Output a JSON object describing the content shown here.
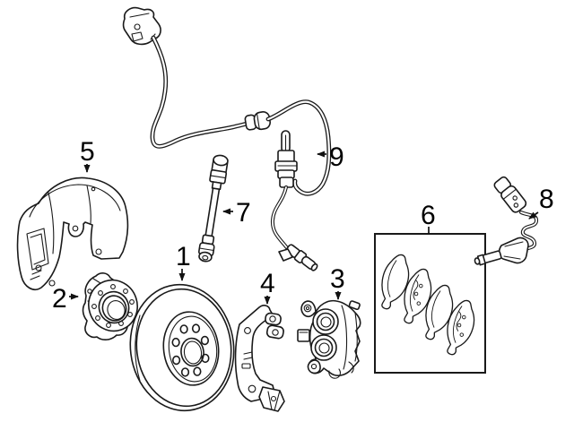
{
  "diagram": {
    "type": "exploded-parts-diagram",
    "subject": "front disc brake components",
    "background_color": "#ffffff",
    "line_color": "#1a1a1a",
    "label_color": "#000000"
  },
  "callouts": [
    {
      "label": "1",
      "part": "brake-rotor"
    },
    {
      "label": "2",
      "part": "wheel-hub-bearing"
    },
    {
      "label": "3",
      "part": "brake-caliper"
    },
    {
      "label": "4",
      "part": "caliper-mounting-bracket"
    },
    {
      "label": "5",
      "part": "splash-shield"
    },
    {
      "label": "6",
      "part": "brake-pad-set"
    },
    {
      "label": "7",
      "part": "brake-hose"
    },
    {
      "label": "8",
      "part": "abs-wheel-speed-sensor"
    },
    {
      "label": "9",
      "part": "brake-pad-wear-sensor"
    }
  ]
}
